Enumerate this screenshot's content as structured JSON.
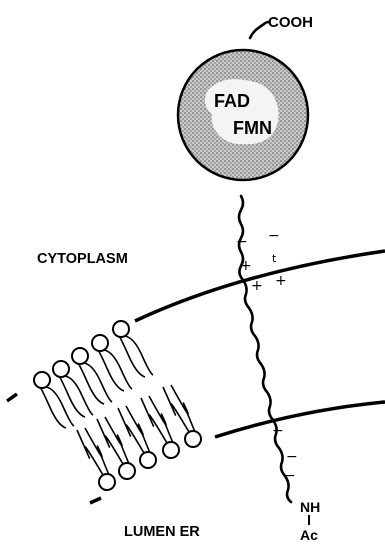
{
  "labels": {
    "cooh": "COOH",
    "fad": "FAD",
    "fmn": "FMN",
    "cytoplasm": "CYTOPLASM",
    "lumen": "LUMEN ER",
    "nh": "NH",
    "ac": "Ac"
  },
  "charges": {
    "upper_left_minus": "−",
    "upper_left_plus": "+",
    "upper_right_minus": "−",
    "upper_t": "t",
    "upper_mid_plus": "+",
    "upper_right_plus": "+",
    "lower_minus": "−",
    "lower_mid_minus": "−",
    "lower_tail_minus": "−"
  },
  "colors": {
    "ink": "#000000",
    "domain_fill": "#9a9a9a",
    "cofactor_fill": "#f2f2f2"
  }
}
